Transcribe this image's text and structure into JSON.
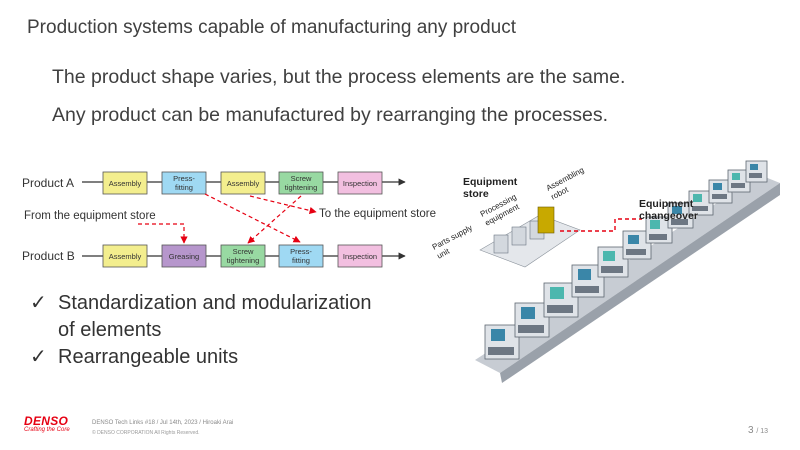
{
  "slide": {
    "title": "Production systems capable of manufacturing any product",
    "lead_lines": [
      "The product shape varies, but the process elements are the same.",
      "Any product can be manufactured by rearranging the processes."
    ]
  },
  "diagram": {
    "product_a_label": "Product A",
    "product_b_label": "Product B",
    "from_store_label": "From the equipment store",
    "to_store_label": "To the equipment store",
    "row_a": [
      {
        "lines": [
          "Assembly"
        ],
        "color": "#f3ee8e"
      },
      {
        "lines": [
          "Press-",
          "fitting"
        ],
        "color": "#9fd9f3"
      },
      {
        "lines": [
          "Assembly"
        ],
        "color": "#f3ee8e"
      },
      {
        "lines": [
          "Screw",
          "tightening"
        ],
        "color": "#98d9a2"
      },
      {
        "lines": [
          "Inspection"
        ],
        "color": "#f2bfe0"
      }
    ],
    "row_b": [
      {
        "lines": [
          "Assembly"
        ],
        "color": "#f3ee8e"
      },
      {
        "lines": [
          "Greasing"
        ],
        "color": "#b696cc"
      },
      {
        "lines": [
          "Screw",
          "tightening"
        ],
        "color": "#98d9a2"
      },
      {
        "lines": [
          "Press-",
          "fitting"
        ],
        "color": "#9fd9f3"
      },
      {
        "lines": [
          "Inspection"
        ],
        "color": "#f2bfe0"
      }
    ],
    "accent_color": "#e60012"
  },
  "bullets": [
    {
      "lines": [
        "Standardization and modularization",
        "of elements"
      ]
    },
    {
      "lines": [
        "Rearrangeable units"
      ]
    }
  ],
  "figure": {
    "equipment_store": [
      "Equipment",
      "store"
    ],
    "equipment_changeover": [
      "Equipment",
      "changeover"
    ],
    "parts_supply_unit": [
      "Parts supply",
      "unit"
    ],
    "processing_equipment": [
      "Processing",
      "equipment"
    ],
    "assembling_robot": [
      "Assembling",
      "robot"
    ]
  },
  "footer": {
    "logo_word": "DENSO",
    "logo_tagline": "Crafting the Core",
    "meta": "DENSO Tech Links #18 / Jul 14th, 2023 / Hiroaki Arai",
    "copyright": "© DENSO CORPORATION All Rights Reserved.",
    "page_current": "3",
    "page_total": "/ 13"
  },
  "icons": {
    "check": "✓",
    "flow_arrow": "arrow-right-icon"
  }
}
